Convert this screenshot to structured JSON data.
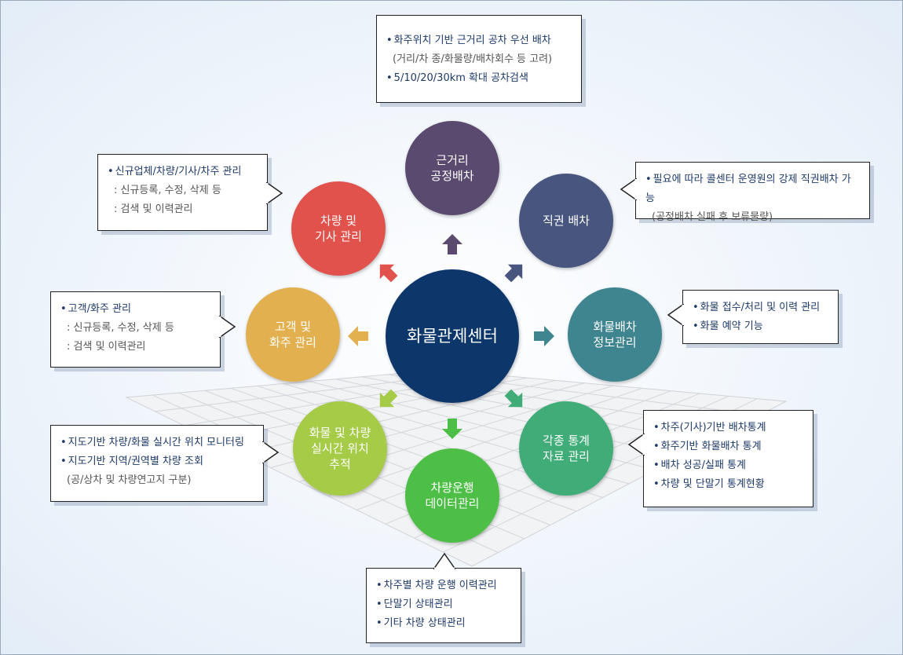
{
  "center": {
    "label": "화물관제센터",
    "color": "#0d376b"
  },
  "nodes": [
    {
      "id": "near",
      "lines": [
        "근거리",
        "공정배차"
      ],
      "color": "#5b4a6f"
    },
    {
      "id": "vehicle",
      "lines": [
        "차량 및",
        "기사 관리"
      ],
      "color": "#e0524b"
    },
    {
      "id": "direct",
      "lines": [
        "직권 배차"
      ],
      "color": "#48557f"
    },
    {
      "id": "customer",
      "lines": [
        "고객 및",
        "화주 관리"
      ],
      "color": "#e2b04f"
    },
    {
      "id": "cargo-info",
      "lines": [
        "화물배차",
        "정보관리"
      ],
      "color": "#3f8590"
    },
    {
      "id": "tracking",
      "lines": [
        "화물 및 차량",
        "실시간 위치",
        "추적"
      ],
      "color": "#a6cb47"
    },
    {
      "id": "operation",
      "lines": [
        "차량운행",
        "데이터관리"
      ],
      "color": "#4dbf46"
    },
    {
      "id": "stats",
      "lines": [
        "각종 통계",
        "자료 관리"
      ],
      "color": "#40ad78"
    }
  ],
  "callouts": {
    "near": [
      {
        "t": "화주위치 기반 근거리 공차 우선 배차",
        "b": true
      },
      {
        "t": "(거리/차 종/화물량/배차회수 등 고려)",
        "b": false
      },
      {
        "t": "5/10/20/30km 확대 공차검색",
        "b": true
      }
    ],
    "vehicle": [
      {
        "t": "신규업체/차량/기사/차주 관리",
        "b": true
      },
      {
        "t": ": 신규등록, 수정, 삭제 등",
        "b": false
      },
      {
        "t": ": 검색 및 이력관리",
        "b": false
      }
    ],
    "direct": [
      {
        "t": "필요에 따라 콜센터 운영원의 강제 직권배차 가능",
        "b": true
      },
      {
        "t": "(공정배차 실패 후 보류물량)",
        "b": false
      }
    ],
    "customer": [
      {
        "t": "고객/화주 관리",
        "b": true
      },
      {
        "t": ": 신규등록, 수정, 삭제 등",
        "b": false
      },
      {
        "t": ": 검색 및 이력관리",
        "b": false
      }
    ],
    "cargo-info": [
      {
        "t": "화물 접수/처리 및 이력 관리",
        "b": true
      },
      {
        "t": "화물 예약 기능",
        "b": true
      }
    ],
    "tracking": [
      {
        "t": "지도기반 차량/화물 실시간 위치 모니터링",
        "b": true
      },
      {
        "t": "지도기반 지역/권역별 차량 조회",
        "b": true
      },
      {
        "t": "(공/상차 및 차량연고지 구분)",
        "b": false
      }
    ],
    "stats": [
      {
        "t": "차주(기사)기반 배차통계",
        "b": true
      },
      {
        "t": "화주기반 화물배차 통계",
        "b": true
      },
      {
        "t": "배차 성공/실패 통계",
        "b": true
      },
      {
        "t": "차량 및 단말기 통계현황",
        "b": true
      }
    ],
    "operation": [
      {
        "t": "차주별 차량 운행 이력관리",
        "b": true
      },
      {
        "t": "단말기 상태관리",
        "b": true
      },
      {
        "t": "기타 차량 상태관리",
        "b": true
      }
    ]
  }
}
